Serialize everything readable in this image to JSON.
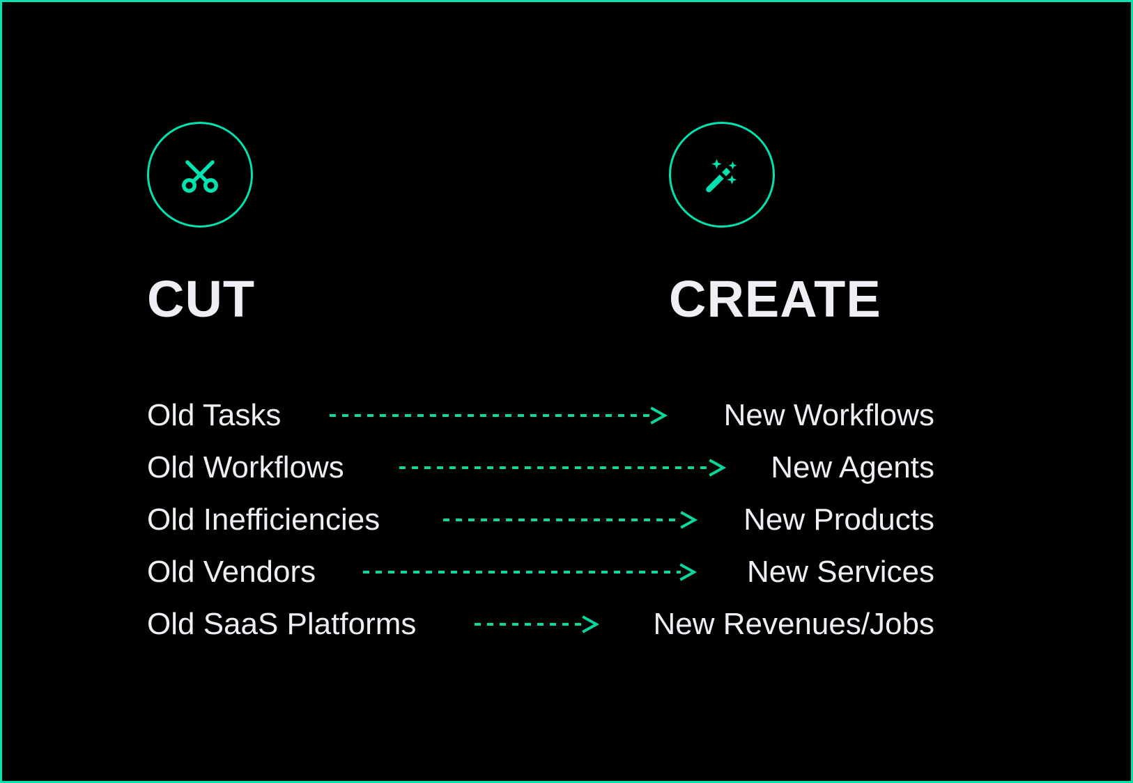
{
  "theme": {
    "background": "#000000",
    "accent": "#00e3b0",
    "arrow_color": "#0ad79e",
    "text_color": "#f0eef5",
    "border_color": "#00e3b0"
  },
  "columns": {
    "left": {
      "title": "CUT",
      "icon": "scissors-icon"
    },
    "right": {
      "title": "CREATE",
      "icon": "magic-wand-icon"
    }
  },
  "rows": [
    {
      "from": "Old Tasks",
      "to": "New Workflows",
      "arrow": "dashed-arrow-right"
    },
    {
      "from": "Old Workflows",
      "to": "New Agents",
      "arrow": "dashed-arrow-right"
    },
    {
      "from": "Old Inefficiencies",
      "to": "New Products",
      "arrow": "dashed-arrow-right"
    },
    {
      "from": "Old Vendors",
      "to": "New Services",
      "arrow": "dashed-arrow-right"
    },
    {
      "from": "Old SaaS Platforms",
      "to": "New Revenues/Jobs",
      "arrow": "dashed-arrow-right"
    }
  ]
}
